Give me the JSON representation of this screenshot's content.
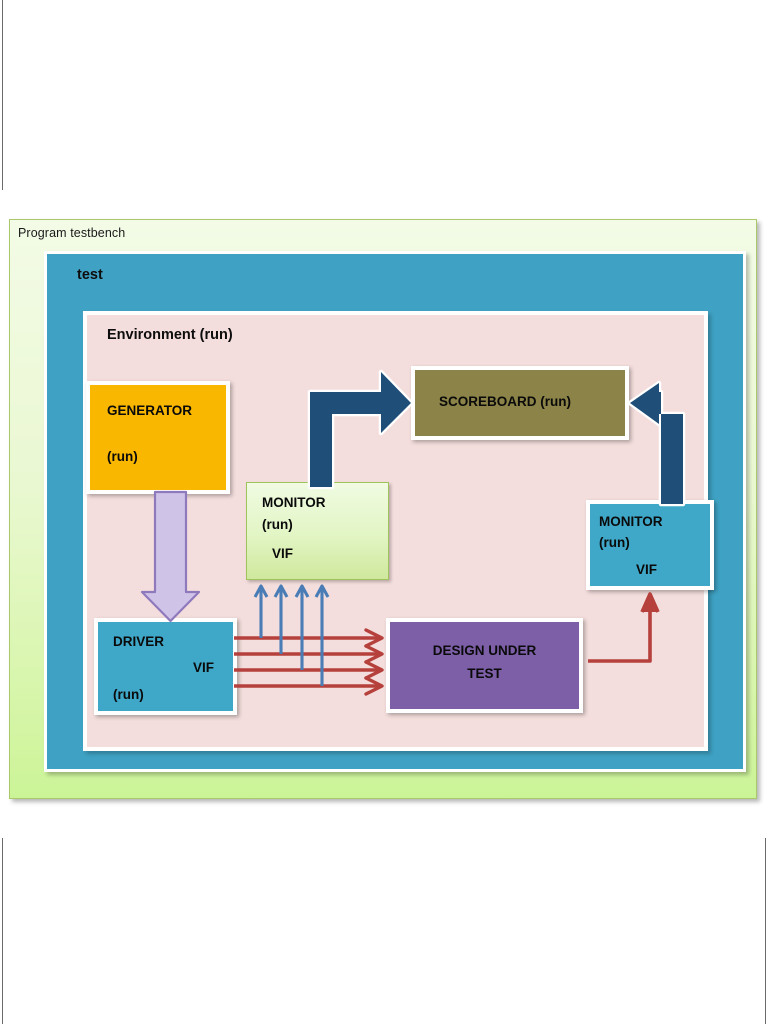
{
  "diagram": {
    "title": "Program testbench",
    "outer": {
      "label": "Program testbench"
    },
    "test": {
      "label": "test"
    },
    "environment": {
      "label": "Environment (run)"
    },
    "blocks": [
      {
        "id": "generator",
        "name": "GENERATOR",
        "line1": "GENERATOR",
        "line2": "(run)",
        "line3": "",
        "color": "#f9b700"
      },
      {
        "id": "monitor_left",
        "name": "MONITOR",
        "line1": "MONITOR",
        "line2": "(run)",
        "line3": "VIF",
        "color": "#e2f5c4"
      },
      {
        "id": "scoreboard",
        "name": "SCOREBOARD (run)",
        "line1": "SCOREBOARD (run)",
        "line2": "",
        "line3": "",
        "color": "#8b8347"
      },
      {
        "id": "monitor_right",
        "name": "MONITOR",
        "line1": "MONITOR",
        "line2": "(run)",
        "line3": "VIF",
        "color": "#3fa8c9"
      },
      {
        "id": "driver",
        "name": "DRIVER",
        "line1": "DRIVER",
        "line2": "VIF",
        "line3": "(run)",
        "color": "#3fa8c9"
      },
      {
        "id": "dut",
        "name": "DESIGN UNDER TEST",
        "line1": "DESIGN UNDER",
        "line2": "TEST",
        "line3": "",
        "color": "#7d5fa8"
      }
    ],
    "connections": [
      {
        "from": "generator",
        "to": "driver",
        "style": "thick-lavender-down-arrow"
      },
      {
        "from": "monitor_left",
        "to": "scoreboard",
        "style": "navy-elbow-arrow-up-right"
      },
      {
        "from": "monitor_right",
        "to": "scoreboard",
        "style": "navy-elbow-arrow-up-left"
      },
      {
        "from": "driver",
        "to": "dut",
        "style": "four-red-signal-arrows"
      },
      {
        "from": "dut",
        "to": "monitor_right",
        "style": "red-elbow-arrow-right-up"
      },
      {
        "from": "driver_bus",
        "to": "monitor_left",
        "style": "four-blue-tap-arrows-up"
      }
    ],
    "colors": {
      "outer_fill_top": "#f3fbe6",
      "outer_fill_bottom": "#cbf497",
      "test_fill": "#3fa2c4",
      "environment_fill": "#f4dedd",
      "generator_fill": "#f9b700",
      "scoreboard_fill": "#8b8347",
      "dut_fill": "#7d5fa8",
      "driver_fill": "#3fa8c9",
      "monitor_left_fill": "#e2f5c4",
      "monitor_right_fill": "#3fa8c9",
      "navy_arrow": "#1f4e79",
      "red_arrow": "#b5403c",
      "blue_arrow": "#4a7db5",
      "lavender_arrow": "#cfc3e8"
    }
  }
}
